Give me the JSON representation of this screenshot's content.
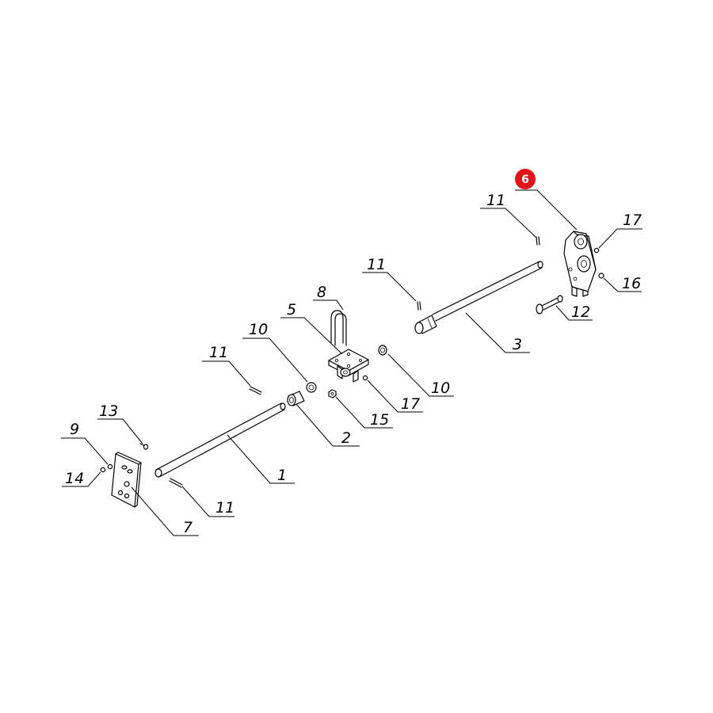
{
  "colors": {
    "line": "#000000",
    "highlight": "#e0141b",
    "background": "#ffffff"
  },
  "highlighted_part": "6",
  "callouts": [
    {
      "id": "c6",
      "label": "6"
    },
    {
      "id": "c11a",
      "label": "11"
    },
    {
      "id": "c17a",
      "label": "17"
    },
    {
      "id": "c16",
      "label": "16"
    },
    {
      "id": "c12",
      "label": "12"
    },
    {
      "id": "c11b",
      "label": "11"
    },
    {
      "id": "c3",
      "label": "3"
    },
    {
      "id": "c8",
      "label": "8"
    },
    {
      "id": "c5",
      "label": "5"
    },
    {
      "id": "c10a",
      "label": "10"
    },
    {
      "id": "c10b",
      "label": "10"
    },
    {
      "id": "c11c",
      "label": "11"
    },
    {
      "id": "c17b",
      "label": "17"
    },
    {
      "id": "c15",
      "label": "15"
    },
    {
      "id": "c2",
      "label": "2"
    },
    {
      "id": "c13",
      "label": "13"
    },
    {
      "id": "c9",
      "label": "9"
    },
    {
      "id": "c14",
      "label": "14"
    },
    {
      "id": "c1",
      "label": "1"
    },
    {
      "id": "c11d",
      "label": "11"
    },
    {
      "id": "c7",
      "label": "7"
    }
  ]
}
